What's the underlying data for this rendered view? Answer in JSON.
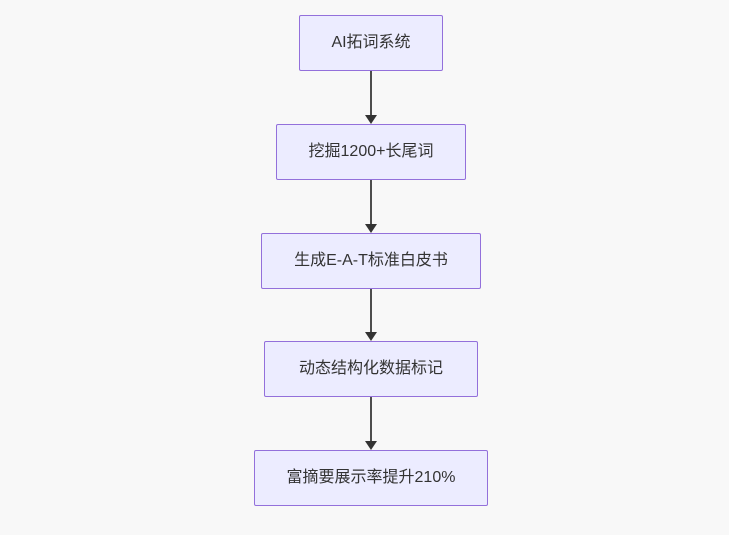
{
  "flowchart": {
    "type": "flowchart-top-down",
    "nodes": [
      {
        "label": "AI拓词系统"
      },
      {
        "label": "挖掘1200+长尾词"
      },
      {
        "label": "生成E-A-T标准白皮书"
      },
      {
        "label": "动态结构化数据标记"
      },
      {
        "label": "富摘要展示率提升210%"
      }
    ],
    "edges": [
      {
        "from": 0,
        "to": 1
      },
      {
        "from": 1,
        "to": 2
      },
      {
        "from": 2,
        "to": 3
      },
      {
        "from": 3,
        "to": 4
      }
    ],
    "colors": {
      "background": "#F8F8F8",
      "node_fill": "#ECECFF",
      "node_border": "#9370DB",
      "arrow": "#333333",
      "text": "#333333"
    }
  }
}
